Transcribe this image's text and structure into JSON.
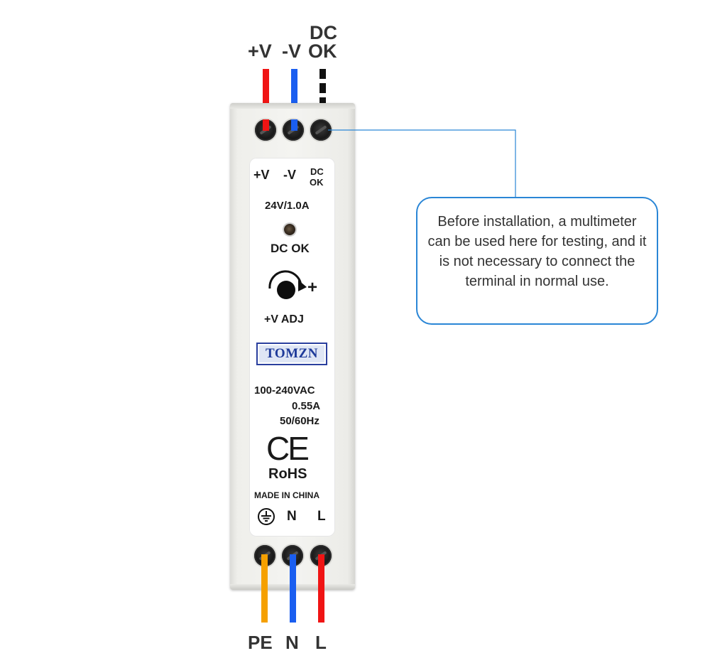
{
  "top_labels": {
    "plus_v": "+V",
    "minus_v": "-V",
    "dc_ok_line1": "DC",
    "dc_ok_line2": "OK"
  },
  "plate": {
    "terminal_plus_v": "+V",
    "terminal_minus_v": "-V",
    "terminal_dc_ok_line1": "DC",
    "terminal_dc_ok_line2": "OK",
    "rating": "24V/1.0A",
    "led_label": "DC OK",
    "adjust_plus": "+",
    "adjust_label": "+V ADJ",
    "brand": "TOMZN",
    "input_voltage": "100-240VAC",
    "input_current": "0.55A",
    "input_frequency": "50/60Hz",
    "ce_mark": "CE",
    "rohs": "RoHS",
    "origin": "MADE IN CHINA",
    "terminal_n": "N",
    "terminal_l": "L"
  },
  "callout": {
    "text": "Before installation, a multimeter can be used here for testing, and it is not necessary to connect the terminal in normal use."
  },
  "bottom_labels": {
    "pe": "PE",
    "n": "N",
    "l": "L"
  },
  "colors": {
    "wire_red": "#f01414",
    "wire_blue": "#1a5ef0",
    "wire_black": "#111111",
    "wire_orange": "#f5a000",
    "callout_border": "#2a86d6",
    "brand_blue": "#1e3a9a"
  }
}
